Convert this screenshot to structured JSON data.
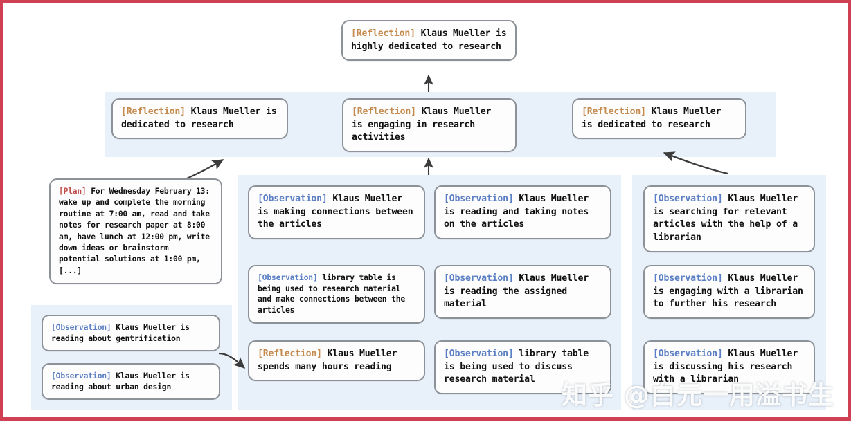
{
  "frame": {
    "border_color": "#cf4055",
    "background": "#ffffff"
  },
  "palette": {
    "panel_blue": "#e8f0fa",
    "node_border": "#8d9299",
    "node_fill": "#fdfdfd",
    "tag_reflection": "#c58a4e",
    "tag_observation": "#5b7fc4",
    "tag_plan": "#c0504d",
    "arrow": "#3c3c3c"
  },
  "tags": {
    "reflection": "[Reflection]",
    "observation": "[Observation]",
    "plan": "[Plan]"
  },
  "nodes": {
    "root": {
      "tag": "[Reflection]",
      "text": " Klaus Mueller is highly dedicated to research"
    },
    "mid_left": {
      "tag": "[Reflection]",
      "text": " Klaus Mueller is dedicated to research"
    },
    "mid_center": {
      "tag": "[Reflection]",
      "text": " Klaus Mueller is engaging in research activities"
    },
    "mid_right": {
      "tag": "[Reflection]",
      "text": " Klaus Mueller is dedicated to research"
    },
    "plan": {
      "tag": "[Plan]",
      "text": " For Wednesday February 13: wake up and complete the morning routine at 7:00 am, read and take notes for research paper at 8:00 am, have lunch at 12:00 pm, write down ideas or brainstorm potential solutions at 1:00 pm, [...]"
    },
    "left_obs_1": {
      "tag": "[Observation]",
      "text": " Klaus Mueller is reading about gentrification"
    },
    "left_obs_2": {
      "tag": "[Observation]",
      "text": " Klaus Mueller is reading about urban design"
    },
    "col1_1": {
      "tag": "[Observation]",
      "text": " Klaus Mueller is making connections between the articles"
    },
    "col1_2": {
      "tag": "[Observation]",
      "text": " library table is being used to research material and make connections between the articles"
    },
    "col1_3": {
      "tag": "[Reflection]",
      "text": " Klaus Mueller spends many hours reading"
    },
    "col2_1": {
      "tag": "[Observation]",
      "text": " Klaus Mueller is reading and taking notes on the articles"
    },
    "col2_2": {
      "tag": "[Observation]",
      "text": " Klaus Mueller is reading the assigned material"
    },
    "col2_3": {
      "tag": "[Observation]",
      "text": " library table is being used to discuss research material"
    },
    "col3_1": {
      "tag": "[Observation]",
      "text": " Klaus Mueller is searching for relevant articles with the help of a librarian"
    },
    "col3_2": {
      "tag": "[Observation]",
      "text": " Klaus Mueller is engaging with a librarian to further his research"
    },
    "col3_3": {
      "tag": "[Observation]",
      "text": " Klaus Mueller is discussing his research with a librarian"
    }
  },
  "watermark": {
    "text": "知乎 @白元一用溢书生"
  }
}
